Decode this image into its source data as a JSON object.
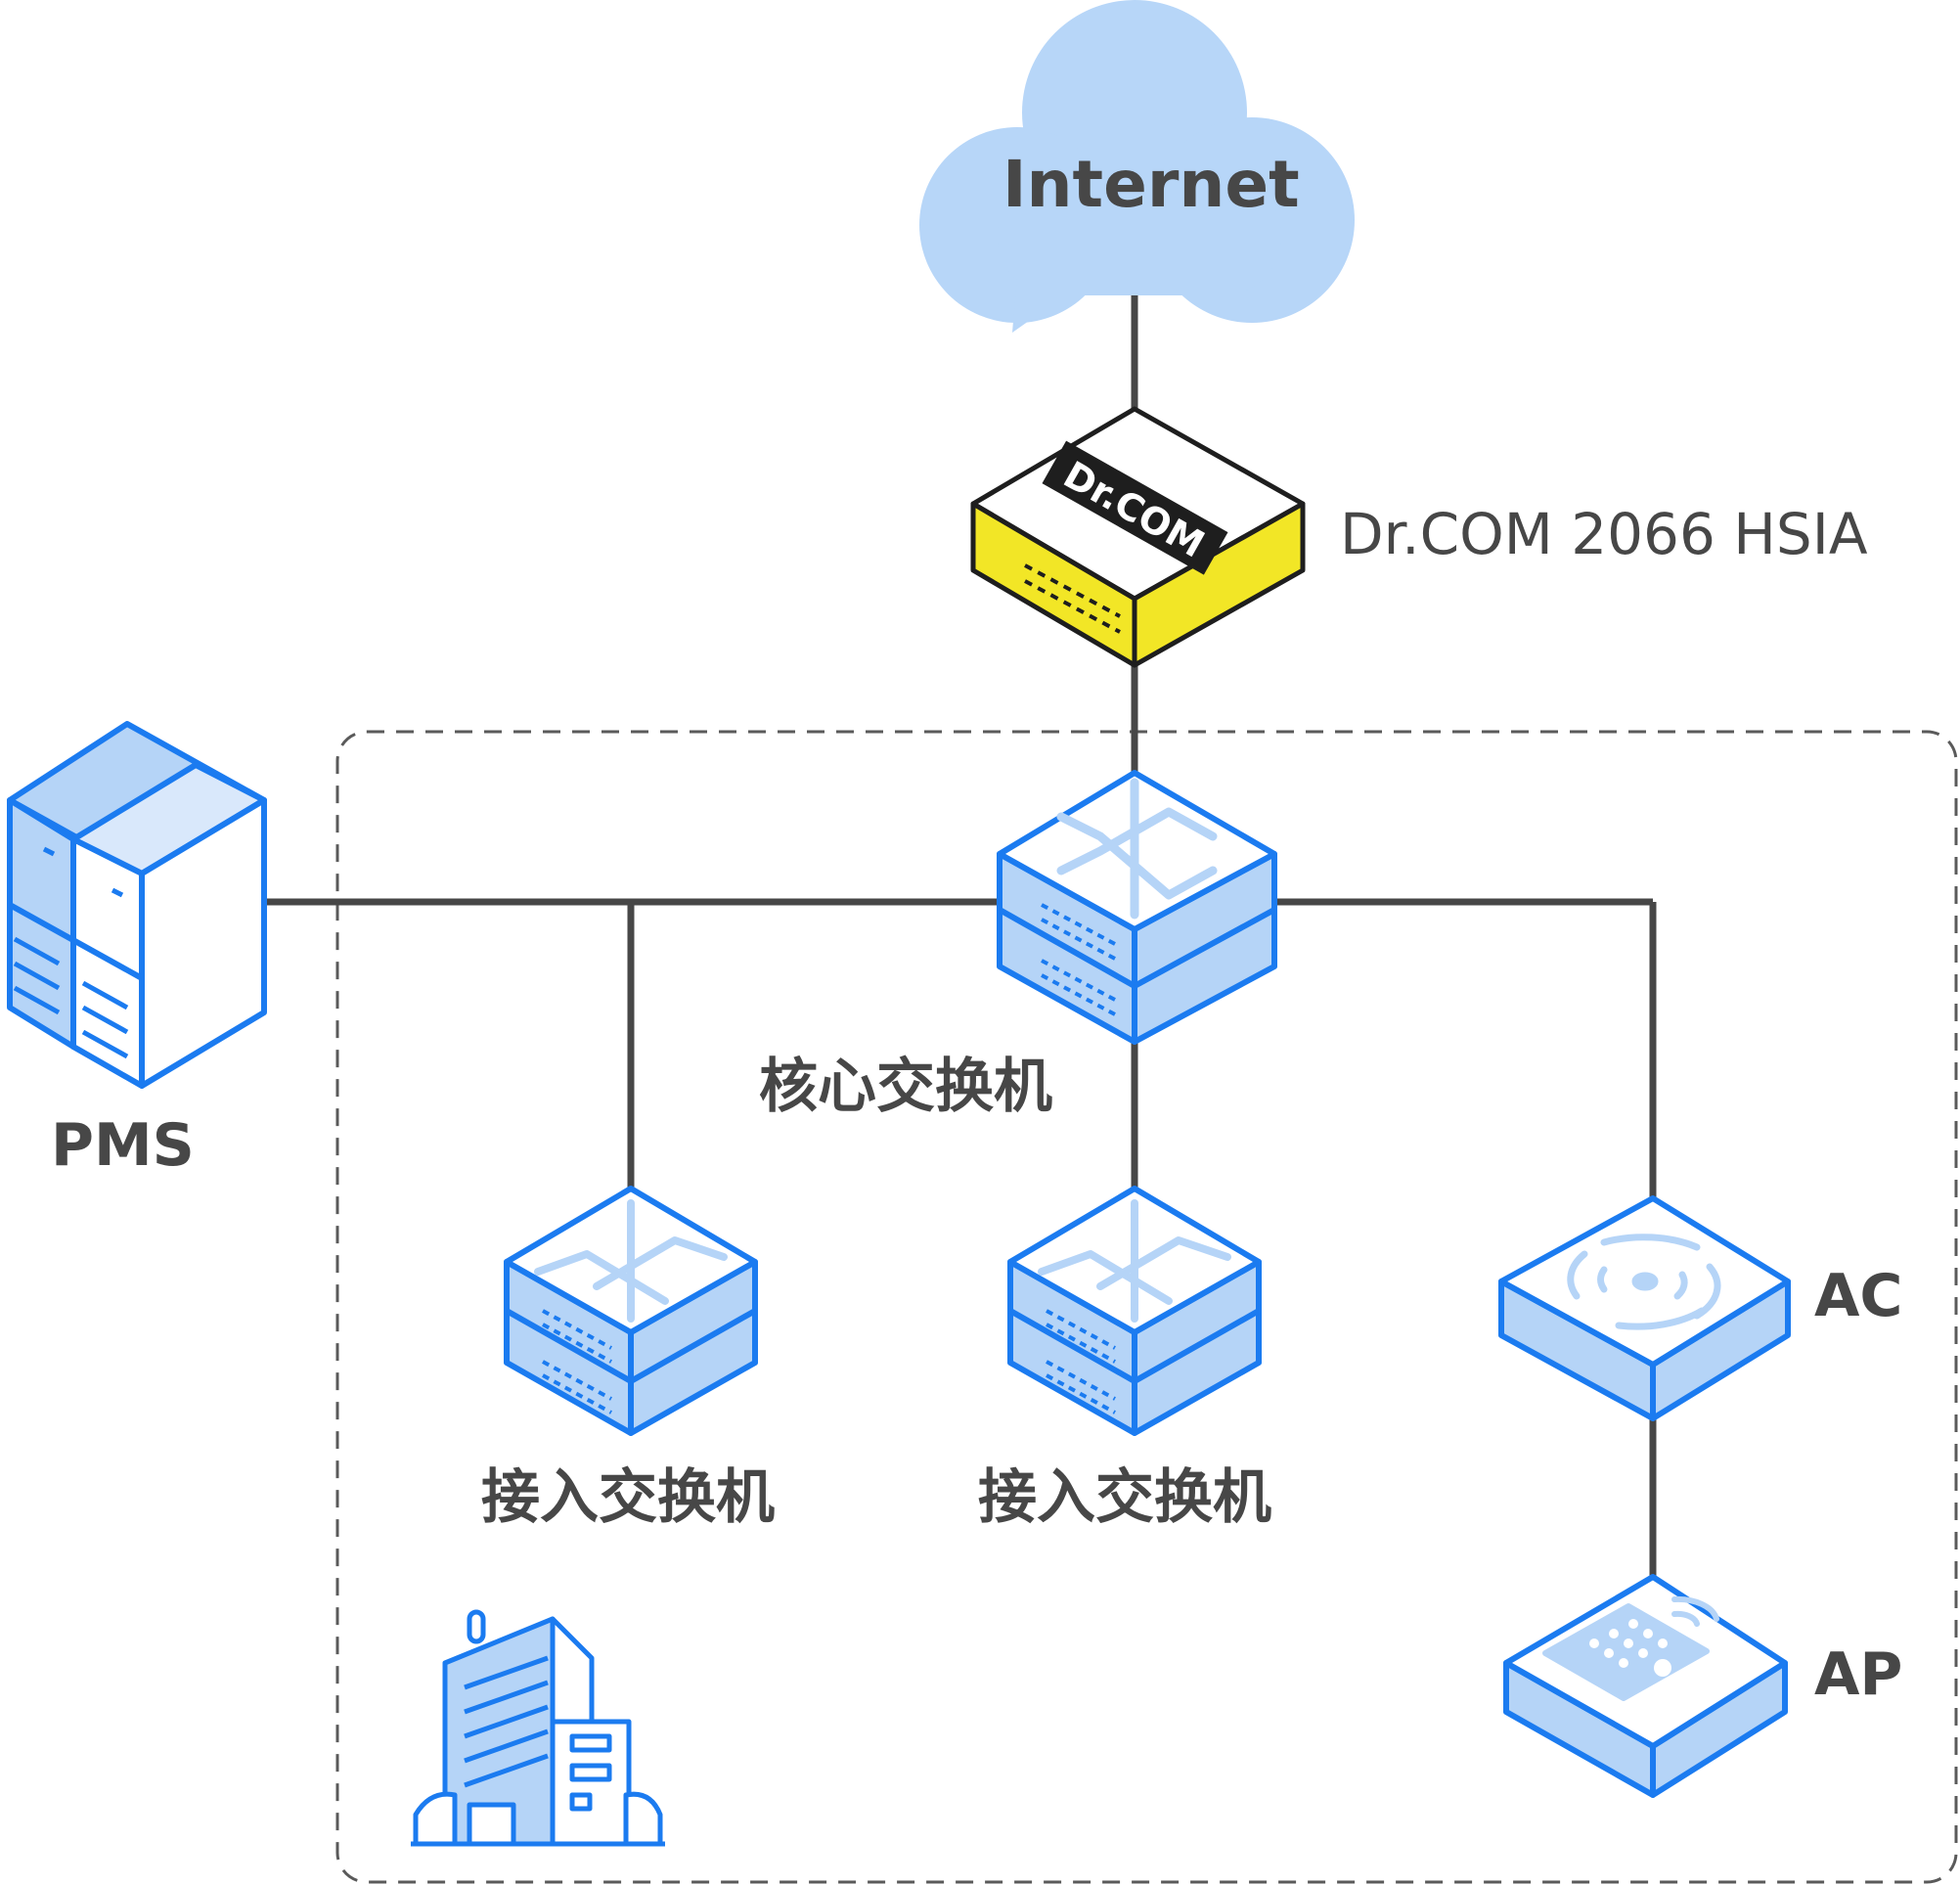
{
  "labels": {
    "internet": "Internet",
    "gateway": "Dr.COM 2066 HSIA",
    "pms": "PMS",
    "core_switch": "核心交换机",
    "access_switch_1": "接入交换机",
    "access_switch_2": "接入交换机",
    "ac": "AC",
    "ap": "AP",
    "gateway_logo": "Dr.COM"
  },
  "colors": {
    "line": "#474747",
    "device_stroke": "#1b7bf0",
    "device_fill": "#b5d4f7",
    "device_light": "#d9e8fb",
    "cloud_fill": "#b7d6f8",
    "gateway_yellow": "#f2e626",
    "dashed_border": "#5a5a5a"
  },
  "icons": {
    "cloud": "cloud-icon",
    "gateway": "router-icon",
    "server": "server-icon",
    "switch": "switch-icon",
    "controller": "wireless-controller-icon",
    "access_point": "access-point-icon",
    "building": "building-icon"
  }
}
